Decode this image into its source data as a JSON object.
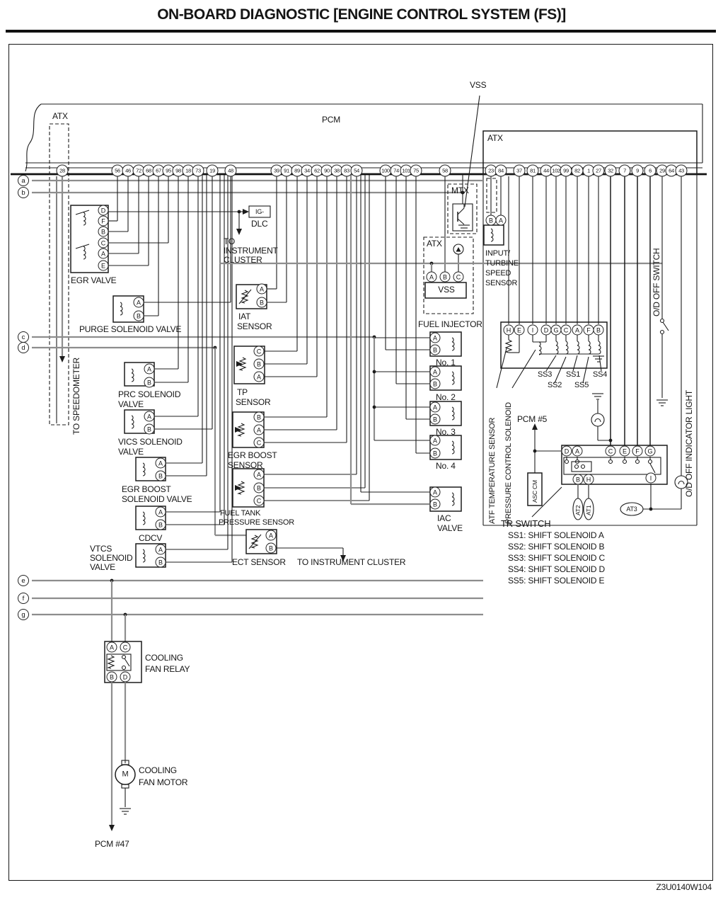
{
  "title": "ON-BOARD DIAGNOSTIC [ENGINE CONTROL SYSTEM (FS)]",
  "doc_code": "Z3U0140W104",
  "N": {
    "28": "28",
    "56": "56",
    "46": "46",
    "72": "72",
    "68": "68",
    "67": "67",
    "95": "95",
    "98": "98",
    "18": "18",
    "73": "73",
    "19": "19",
    "48": "48",
    "39": "39",
    "91": "91",
    "89": "89",
    "34": "34",
    "62": "62",
    "90": "90",
    "38": "38",
    "83": "83",
    "54": "54",
    "100": "100",
    "74": "74",
    "101": "101",
    "75": "75",
    "58": "58",
    "23": "23",
    "84": "84",
    "37": "37",
    "81": "81",
    "44": "44",
    "102": "102",
    "99": "99",
    "82": "82",
    "1": "1",
    "27": "27",
    "32": "32",
    "7": "7",
    "9": "9",
    "6": "6",
    "29": "29",
    "64": "64",
    "43": "43"
  },
  "L": {
    "A": "A",
    "B": "B",
    "C": "C",
    "D": "D",
    "E": "E",
    "F": "F",
    "G": "G",
    "H": "H",
    "I": "I",
    "M": "M"
  },
  "conn": {
    "a": "a",
    "b": "b",
    "c": "c",
    "d": "d",
    "e": "e",
    "f": "f",
    "g": "g"
  },
  "regions": {
    "pcm": "PCM",
    "atx": "ATX",
    "mtx": "MTX",
    "vss": "VSS"
  },
  "labels": {
    "egr_valve": "EGR VALVE",
    "purge": "PURGE SOLENOID VALVE",
    "prc1": "PRC SOLENOID",
    "prc2": "VALVE",
    "vics1": "VICS SOLENOID",
    "vics2": "VALVE",
    "egrbsv1": "EGR BOOST",
    "egrbsv2": "SOLENOID VALVE",
    "cdcv": "CDCV",
    "vtcs1": "VTCS",
    "vtcs2": "SOLENOID",
    "vtcs3": "VALVE",
    "to_speedometer": "TO SPEEDOMETER",
    "ig": "IG-",
    "dlc": "DLC",
    "to1": "TO",
    "to2": "INSTRUMENT",
    "to3": "CLUSTER",
    "to_instrument_cluster": "TO INSTRUMENT CLUSTER",
    "iat1": "IAT",
    "iat2": "SENSOR",
    "tp1": "TP",
    "tp2": "SENSOR",
    "egrb1": "EGR BOOST",
    "egrb2": "SENSOR",
    "ft1": "FUEL TANK",
    "ft2": "PRESSURE SENSOR",
    "ect": "ECT SENSOR",
    "fuel_injector": "FUEL INJECTOR",
    "no1": "No. 1",
    "no2": "No. 2",
    "no3": "No. 3",
    "no4": "No. 4",
    "iac1": "IAC",
    "iac2": "VALVE",
    "input1": "INPUT/",
    "input2": "TURBINE",
    "input3": "SPEED",
    "input4": "SENSOR",
    "atf": "ATF TEMPERATURE SENSOR",
    "pcs": "PRESSURE CONTROL SOLENOID",
    "ss1": "SS1",
    "ss2": "SS2",
    "ss3": "SS3",
    "ss4": "SS4",
    "ss5": "SS5",
    "pcm5": "PCM #5",
    "asc_cm": "ASC CM",
    "tr_switch": "TR SWITCH",
    "at1": "AT1",
    "at2": "AT2",
    "at3": "AT3",
    "od_switch": "O/D OFF SWITCH",
    "od_light": "O/D OFF INDICATOR LIGHT",
    "pcm47": "PCM #47",
    "cfr1": "COOLING",
    "cfr2": "FAN RELAY",
    "cfm1": "COOLING",
    "cfm2": "FAN MOTOR",
    "vss_label": "VSS"
  },
  "legend": [
    "SS1: SHIFT SOLENOID A",
    "SS2: SHIFT SOLENOID B",
    "SS3: SHIFT SOLENOID C",
    "SS4: SHIFT SOLENOID D",
    "SS5: SHIFT SOLENOID E"
  ]
}
